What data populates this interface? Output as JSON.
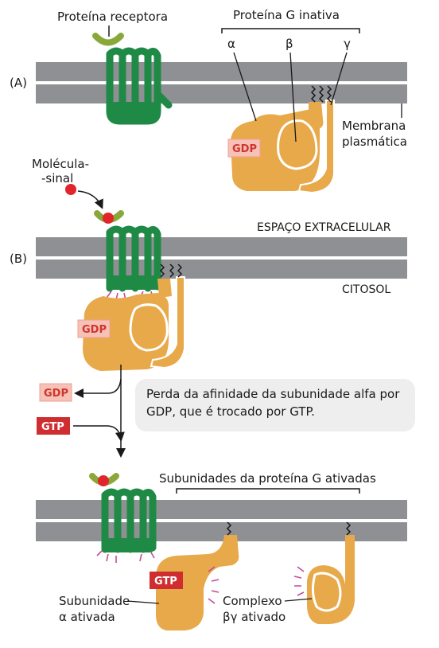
{
  "panel_a": {
    "letter": "(A)",
    "receptor_label": "Proteína receptora",
    "g_inactive_label": "Proteína G inativa",
    "alpha": "α",
    "beta": "β",
    "gamma": "γ",
    "gdp": "GDP",
    "membrane_label_1": "Membrana",
    "membrane_label_2": "plasmática"
  },
  "panel_b": {
    "letter": "(B)",
    "signal_label_1": "Molécula-",
    "signal_label_2": "-sinal",
    "extracellular": "ESPAÇO EXTRACELULAR",
    "cytosol": "CITOSOL",
    "gdp": "GDP"
  },
  "exchange": {
    "gdp": "GDP",
    "gtp": "GTP",
    "info": "Perda da afinidade da subunidade alfa por GDP, que é trocado por GTP."
  },
  "panel_c": {
    "activated_label": "Subunidades da proteína G ativadas",
    "gtp": "GTP",
    "alpha_label_1": "Subunidade",
    "alpha_label_2": "α ativada",
    "complex_label_1": "Complexo",
    "complex_label_2": "βγ ativado"
  },
  "colors": {
    "receptor": "#1f8a45",
    "ligand_site": "#8aa83a",
    "g_protein": "#e8a94a",
    "membrane": "#8e9093",
    "gdp_fill": "#f6c1b6",
    "gdp_text": "#d0352d",
    "gtp_fill": "#cf2d2f",
    "signal": "#e0262b",
    "activation_marks": "#c44a9a"
  }
}
